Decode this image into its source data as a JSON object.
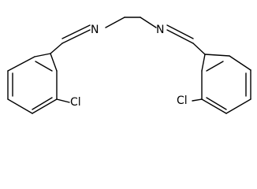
{
  "molecule": {
    "atoms": {
      "n_left": "N",
      "n_right": "N",
      "cl_left": "Cl",
      "cl_right": "Cl"
    }
  }
}
